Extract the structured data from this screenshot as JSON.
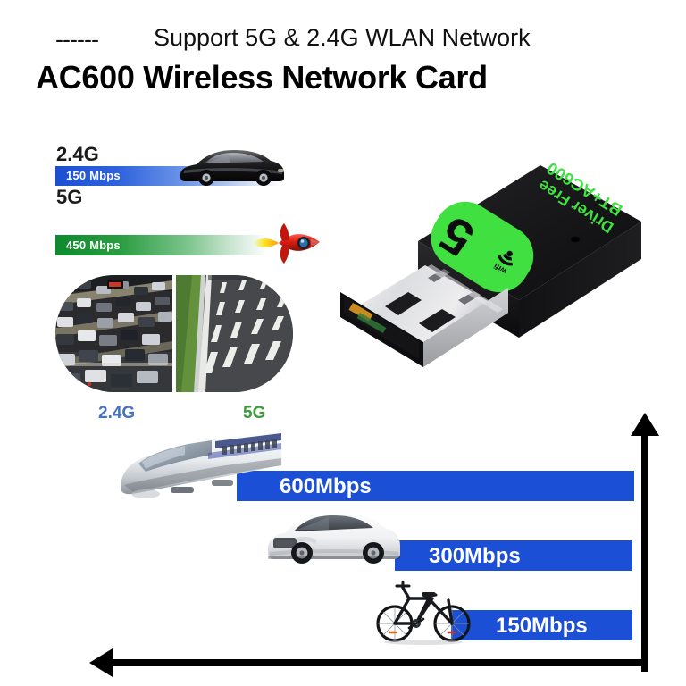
{
  "header": {
    "dashes": "------",
    "subtitle": "Support 5G & 2.4G WLAN Network",
    "title": "AC600 Wireless Network Card"
  },
  "speed_compare": {
    "band_24_label": "2.4G",
    "band_24_speed": "150 Mbps",
    "band_5_label": "5G",
    "band_5_speed": "450 Mbps",
    "vehicle_24": "sedan-car",
    "vehicle_5": "rocket",
    "bar_24_color": "#1b4fd0",
    "bar_5_color": "#0f8a2e"
  },
  "traffic": {
    "left_caption": "2.4G",
    "right_caption": "5G",
    "left_scene": "congested-traffic-jam",
    "right_scene": "empty-open-highway",
    "left_color": "#4472c4",
    "right_color": "#3b9e3b"
  },
  "device": {
    "brand_text": "BT+AC600",
    "sub_text": "Driver Free",
    "logo_number": "5",
    "logo_word": "wifi",
    "body_color": "#1b1b1b",
    "accent_color": "#3fe03f",
    "connector": "usb-a-plug"
  },
  "chart_data": {
    "type": "bar",
    "title": "",
    "orientation": "horizontal",
    "categories": [
      "600Mbps",
      "300Mbps",
      "150Mbps"
    ],
    "values": [
      600,
      300,
      150
    ],
    "value_labels": [
      "600Mbps",
      "300Mbps",
      "150Mbps"
    ],
    "icons": [
      "high-speed-train",
      "white-sedan-car",
      "bicycle"
    ],
    "bar_color": "#1a4fd6",
    "xlabel": "",
    "ylabel": "",
    "ylim": [
      0,
      600
    ],
    "grid": false,
    "legend": "none",
    "axis_style": "arrows-up-and-left"
  }
}
